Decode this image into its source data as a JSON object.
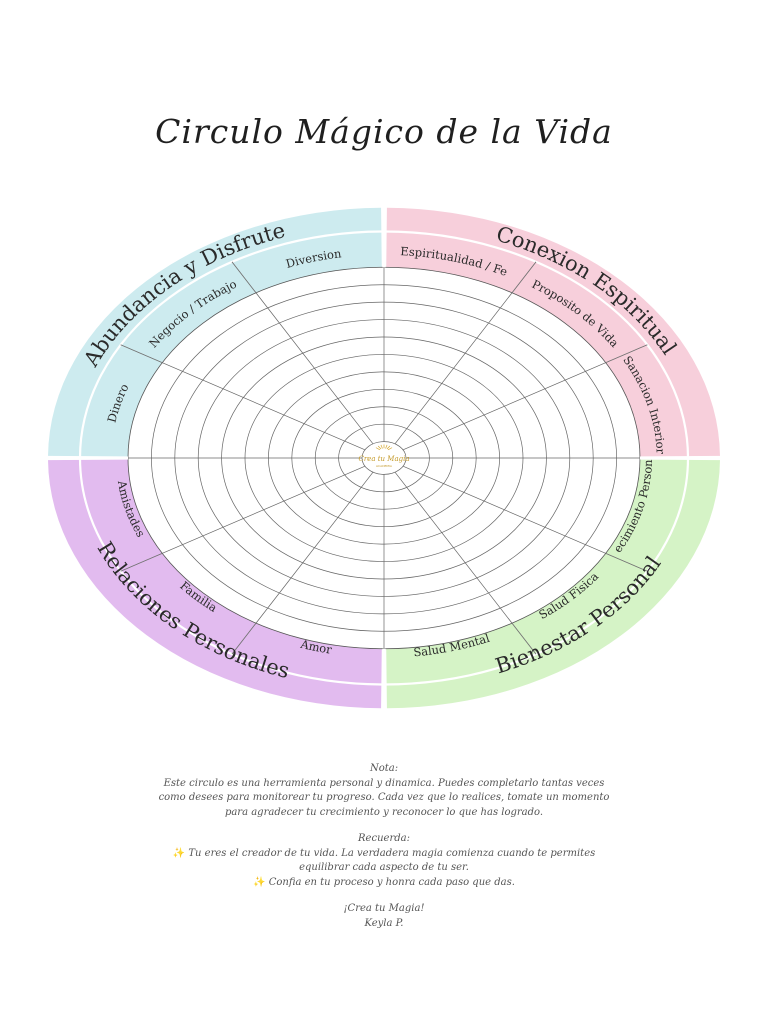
{
  "page": {
    "title": "Circulo Mágico de la Vida"
  },
  "wheel": {
    "center_logo": {
      "line1": "Crea tu Magia",
      "line2": "ACADEMIA"
    },
    "rings": 10,
    "spokes": 12,
    "quadrants": [
      {
        "key": "top-left",
        "title": "Abundancia y Disfrute",
        "color": "#cdebef",
        "items": [
          "Dinero",
          "Negocio / Trabajo",
          "Diversion"
        ]
      },
      {
        "key": "top-right",
        "title": "Conexion Espiritual",
        "color": "#f7cfdb",
        "items": [
          "Espiritualidad / Fe",
          "Proposito de Vida",
          "Sanacion Interior"
        ]
      },
      {
        "key": "bottom-right",
        "title": "Bienestar Personal",
        "color": "#d5f3c6",
        "items": [
          "Crecimiento Personal",
          "Salud Fisica",
          "Salud Mental"
        ]
      },
      {
        "key": "bottom-left",
        "title": "Relaciones Personales",
        "color": "#e2bbef",
        "items": [
          "Amor",
          "Familia",
          "Amistades"
        ]
      }
    ]
  },
  "notes": {
    "nota_heading": "Nota:",
    "nota_line1": "Este circulo es una herramienta personal y dinamica. Puedes completarlo tantas veces",
    "nota_line2": "como desees para monitorear tu progreso. Cada vez que lo realices, tomate un momento",
    "nota_line3": "para agradecer tu crecimiento y reconocer lo que has logrado.",
    "recuerda_heading": "Recuerda:",
    "recuerda_line1": "Tu eres el creador de tu vida. La verdadera magia comienza cuando te permites",
    "recuerda_line2": "equilibrar cada aspecto de tu ser.",
    "recuerda_line3": "Confia en tu proceso y honra cada paso que das.",
    "sparkle_icon": "sparkles-icon",
    "closing": "¡Crea tu Magia!",
    "signature": "Keyla P."
  }
}
